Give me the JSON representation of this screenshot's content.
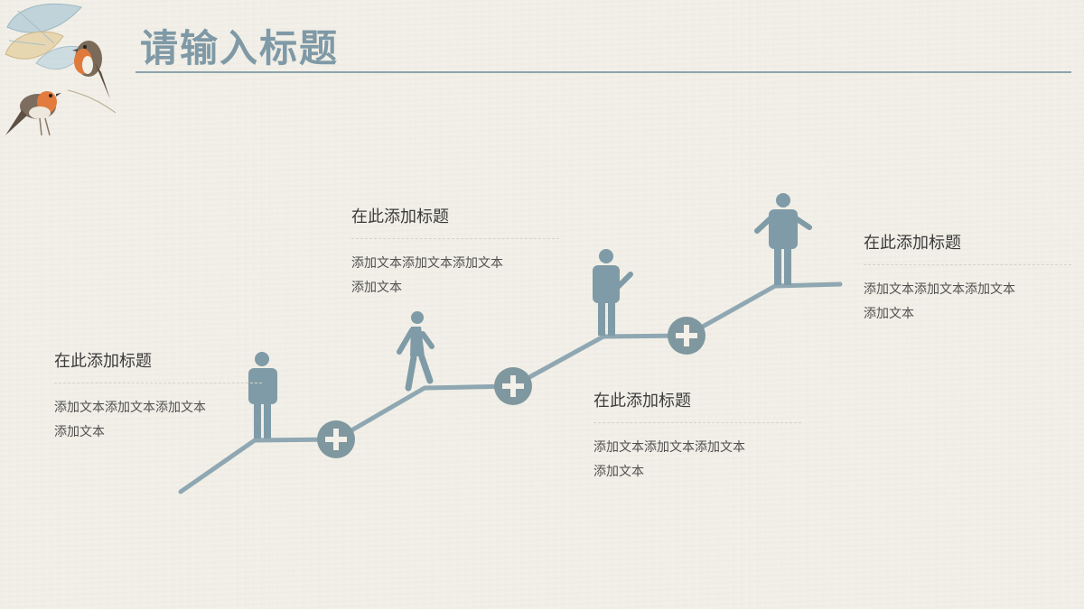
{
  "title": "请输入标题",
  "colors": {
    "accent": "#7f99a6",
    "text": "#3b3b3b",
    "background": "#f2f0e8"
  },
  "steps": [
    {
      "heading": "在此添加标题",
      "body_line1": "添加文本添加文本添加文本",
      "body_line2": "添加文本"
    },
    {
      "heading": "在此添加标题",
      "body_line1": "添加文本添加文本添加文本",
      "body_line2": "添加文本"
    },
    {
      "heading": "在此添加标题",
      "body_line1": "添加文本添加文本添加文本",
      "body_line2": "添加文本"
    },
    {
      "heading": "在此添加标题",
      "body_line1": "添加文本添加文本添加文本",
      "body_line2": "添加文本"
    }
  ],
  "icons": [
    "bird-illustration",
    "plus-circle-icon",
    "person-standing-icon",
    "person-walking-icon",
    "person-pointing-icon",
    "person-arms-out-icon"
  ]
}
